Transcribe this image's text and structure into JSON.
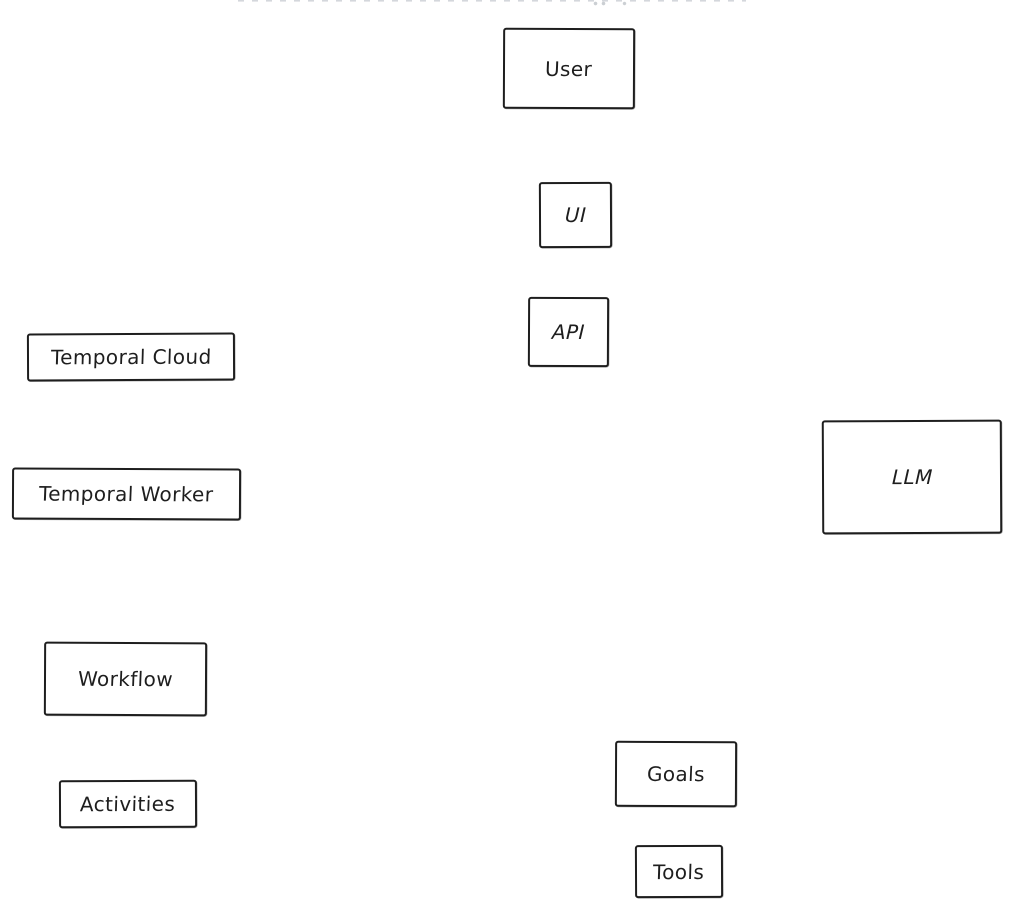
{
  "page": {
    "background": "#ffffff",
    "top_clipped_text": {
      "legible": false,
      "description": "only the bottom few pixels of a cropped light-gray text line are visible along the top edge",
      "color": "#c9cdd2"
    }
  },
  "diagram": {
    "type": "hand-drawn-flow-diagram",
    "style": {
      "stroke_color": "#1e1e1e",
      "fill_color": "#ffffff",
      "text_color": "#1e1e1e"
    },
    "nodes": [
      {
        "id": "user",
        "label": "User"
      },
      {
        "id": "ui",
        "label": "UI"
      },
      {
        "id": "api",
        "label": "API"
      },
      {
        "id": "temporal-cloud",
        "label": "Temporal Cloud"
      },
      {
        "id": "temporal-worker",
        "label": "Temporal Worker"
      },
      {
        "id": "llm",
        "label": "LLM"
      },
      {
        "id": "workflow",
        "label": "Workflow"
      },
      {
        "id": "activities",
        "label": "Activities"
      },
      {
        "id": "goals",
        "label": "Goals"
      },
      {
        "id": "tools",
        "label": "Tools"
      }
    ],
    "connections": []
  }
}
